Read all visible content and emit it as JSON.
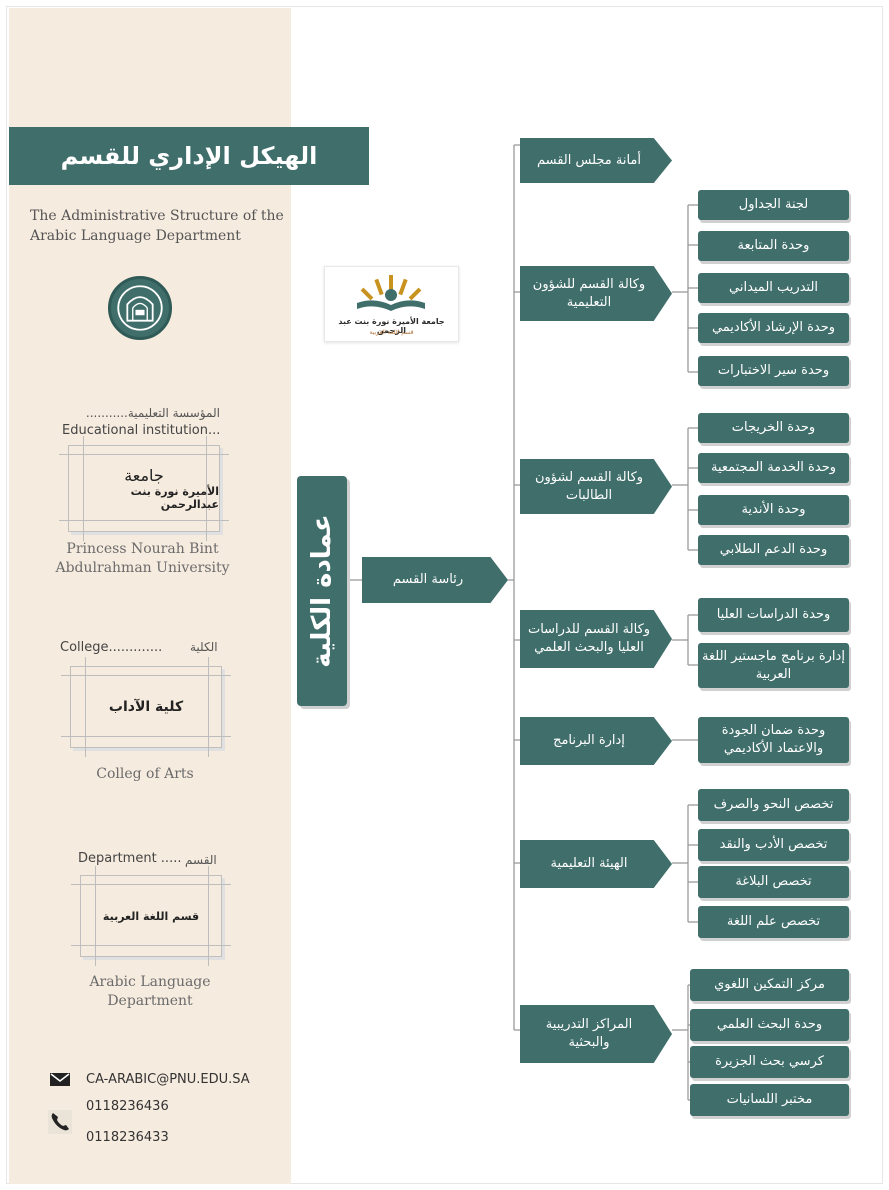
{
  "sidebar": {
    "title_ar": "الهيكل الإداري للقسم",
    "subtitle_en": "The Administrative Structure of the Arabic Language Department",
    "institution_label_ar": "المؤسسة التعليمية...........",
    "institution_label_en": "Educational institution...",
    "university_ar_line1": "جامعة",
    "university_ar_line2": "الأميرة نورة بنت عبدالرحمن",
    "university_en": "Princess Nourah Bint Abdulrahman University",
    "college_label_en": "College.............",
    "college_label_ar": "الكلية",
    "college_ar": "كلية الآداب",
    "college_en": "Colleg of Arts",
    "department_label_en": "Department .....",
    "department_label_ar": "القسم",
    "department_ar": "قسم اللغة العربية",
    "department_en": "Arabic Language Department",
    "email": "CA-ARABIC@PNU.EDU.SA",
    "phone_1": "0118236436",
    "phone_2": "0118236433"
  },
  "logo": {
    "name_ar": "جامعة الأميرة نورة بنت عبد الرحمن",
    "sub_ar": "قسم اللغة العربية"
  },
  "org_chart": {
    "root": "عمادة الكلية",
    "head": "رئاسة القسم",
    "branches": [
      {
        "label": "أمانة مجلس القسم",
        "children": []
      },
      {
        "label": "وكالة القسم للشؤون التعليمية",
        "children": [
          "لجنة الجداول",
          "وحدة المتابعة",
          "التدريب الميداني",
          "وحدة الإرشاد الأكاديمي",
          "وحدة سير الاختبارات"
        ]
      },
      {
        "label": "وكالة القسم لشؤون الطالبات",
        "children": [
          "وحدة الخريجات",
          "وحدة الخدمة المجتمعية",
          "وحدة الأندية",
          "وحدة الدعم الطلابي"
        ]
      },
      {
        "label": "وكالة القسم للدراسات العليا والبحث العلمي",
        "children": [
          "وحدة الدراسات العليا",
          "إدارة برنامج ماجستير اللغة العربية"
        ]
      },
      {
        "label": "إدارة البرنامج",
        "children": [
          "وحدة ضمان الجودة والاعتماد الأكاديمي"
        ]
      },
      {
        "label": "الهيئة التعليمية",
        "children": [
          "تخصص النحو والصرف",
          "تخصص الأدب والنقد",
          "تخصص البلاغة",
          "تخصص علم اللغة"
        ]
      },
      {
        "label": "المراكز التدريبية والبحثية",
        "children": [
          "مركز التمكين اللغوي",
          "وحدة البحث العلمي",
          "كرسي بحث الجزيرة",
          "مختبر اللسانيات"
        ]
      }
    ]
  },
  "colors": {
    "primary": "#3f6e6b",
    "sidebar_bg": "#f6ebdf",
    "connector": "#9a9a9a"
  }
}
